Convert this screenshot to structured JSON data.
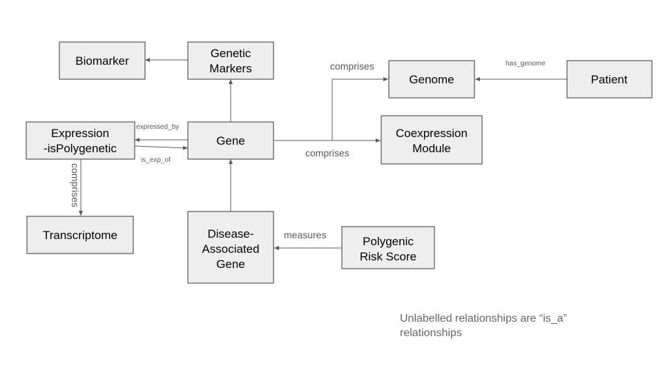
{
  "nodes": {
    "biomarker": {
      "lines": [
        "Biomarker"
      ]
    },
    "genetic_markers": {
      "lines": [
        "Genetic",
        "Markers"
      ]
    },
    "genome": {
      "lines": [
        "Genome"
      ]
    },
    "patient": {
      "lines": [
        "Patient"
      ]
    },
    "expression": {
      "lines": [
        "Expression",
        "-isPolygenetic"
      ]
    },
    "gene": {
      "lines": [
        "Gene"
      ]
    },
    "coexpression_module": {
      "lines": [
        "Coexpression",
        "Module"
      ]
    },
    "transcriptome": {
      "lines": [
        "Transcriptome"
      ]
    },
    "disease_gene": {
      "lines": [
        "Disease-",
        "Associated",
        "Gene"
      ]
    },
    "polygenic_risk": {
      "lines": [
        "Polygenic",
        "Risk Score"
      ]
    }
  },
  "edges": {
    "genome_comprises": "comprises",
    "has_genome": "has_genome",
    "expressed_by": "expressed_by",
    "is_exp_of": "is_exp_of",
    "coexp_comprises": "comprises",
    "transcriptome_comprises": "comprises",
    "measures": "measures"
  },
  "note": "Unlabelled relationships are “is_a” relationships"
}
